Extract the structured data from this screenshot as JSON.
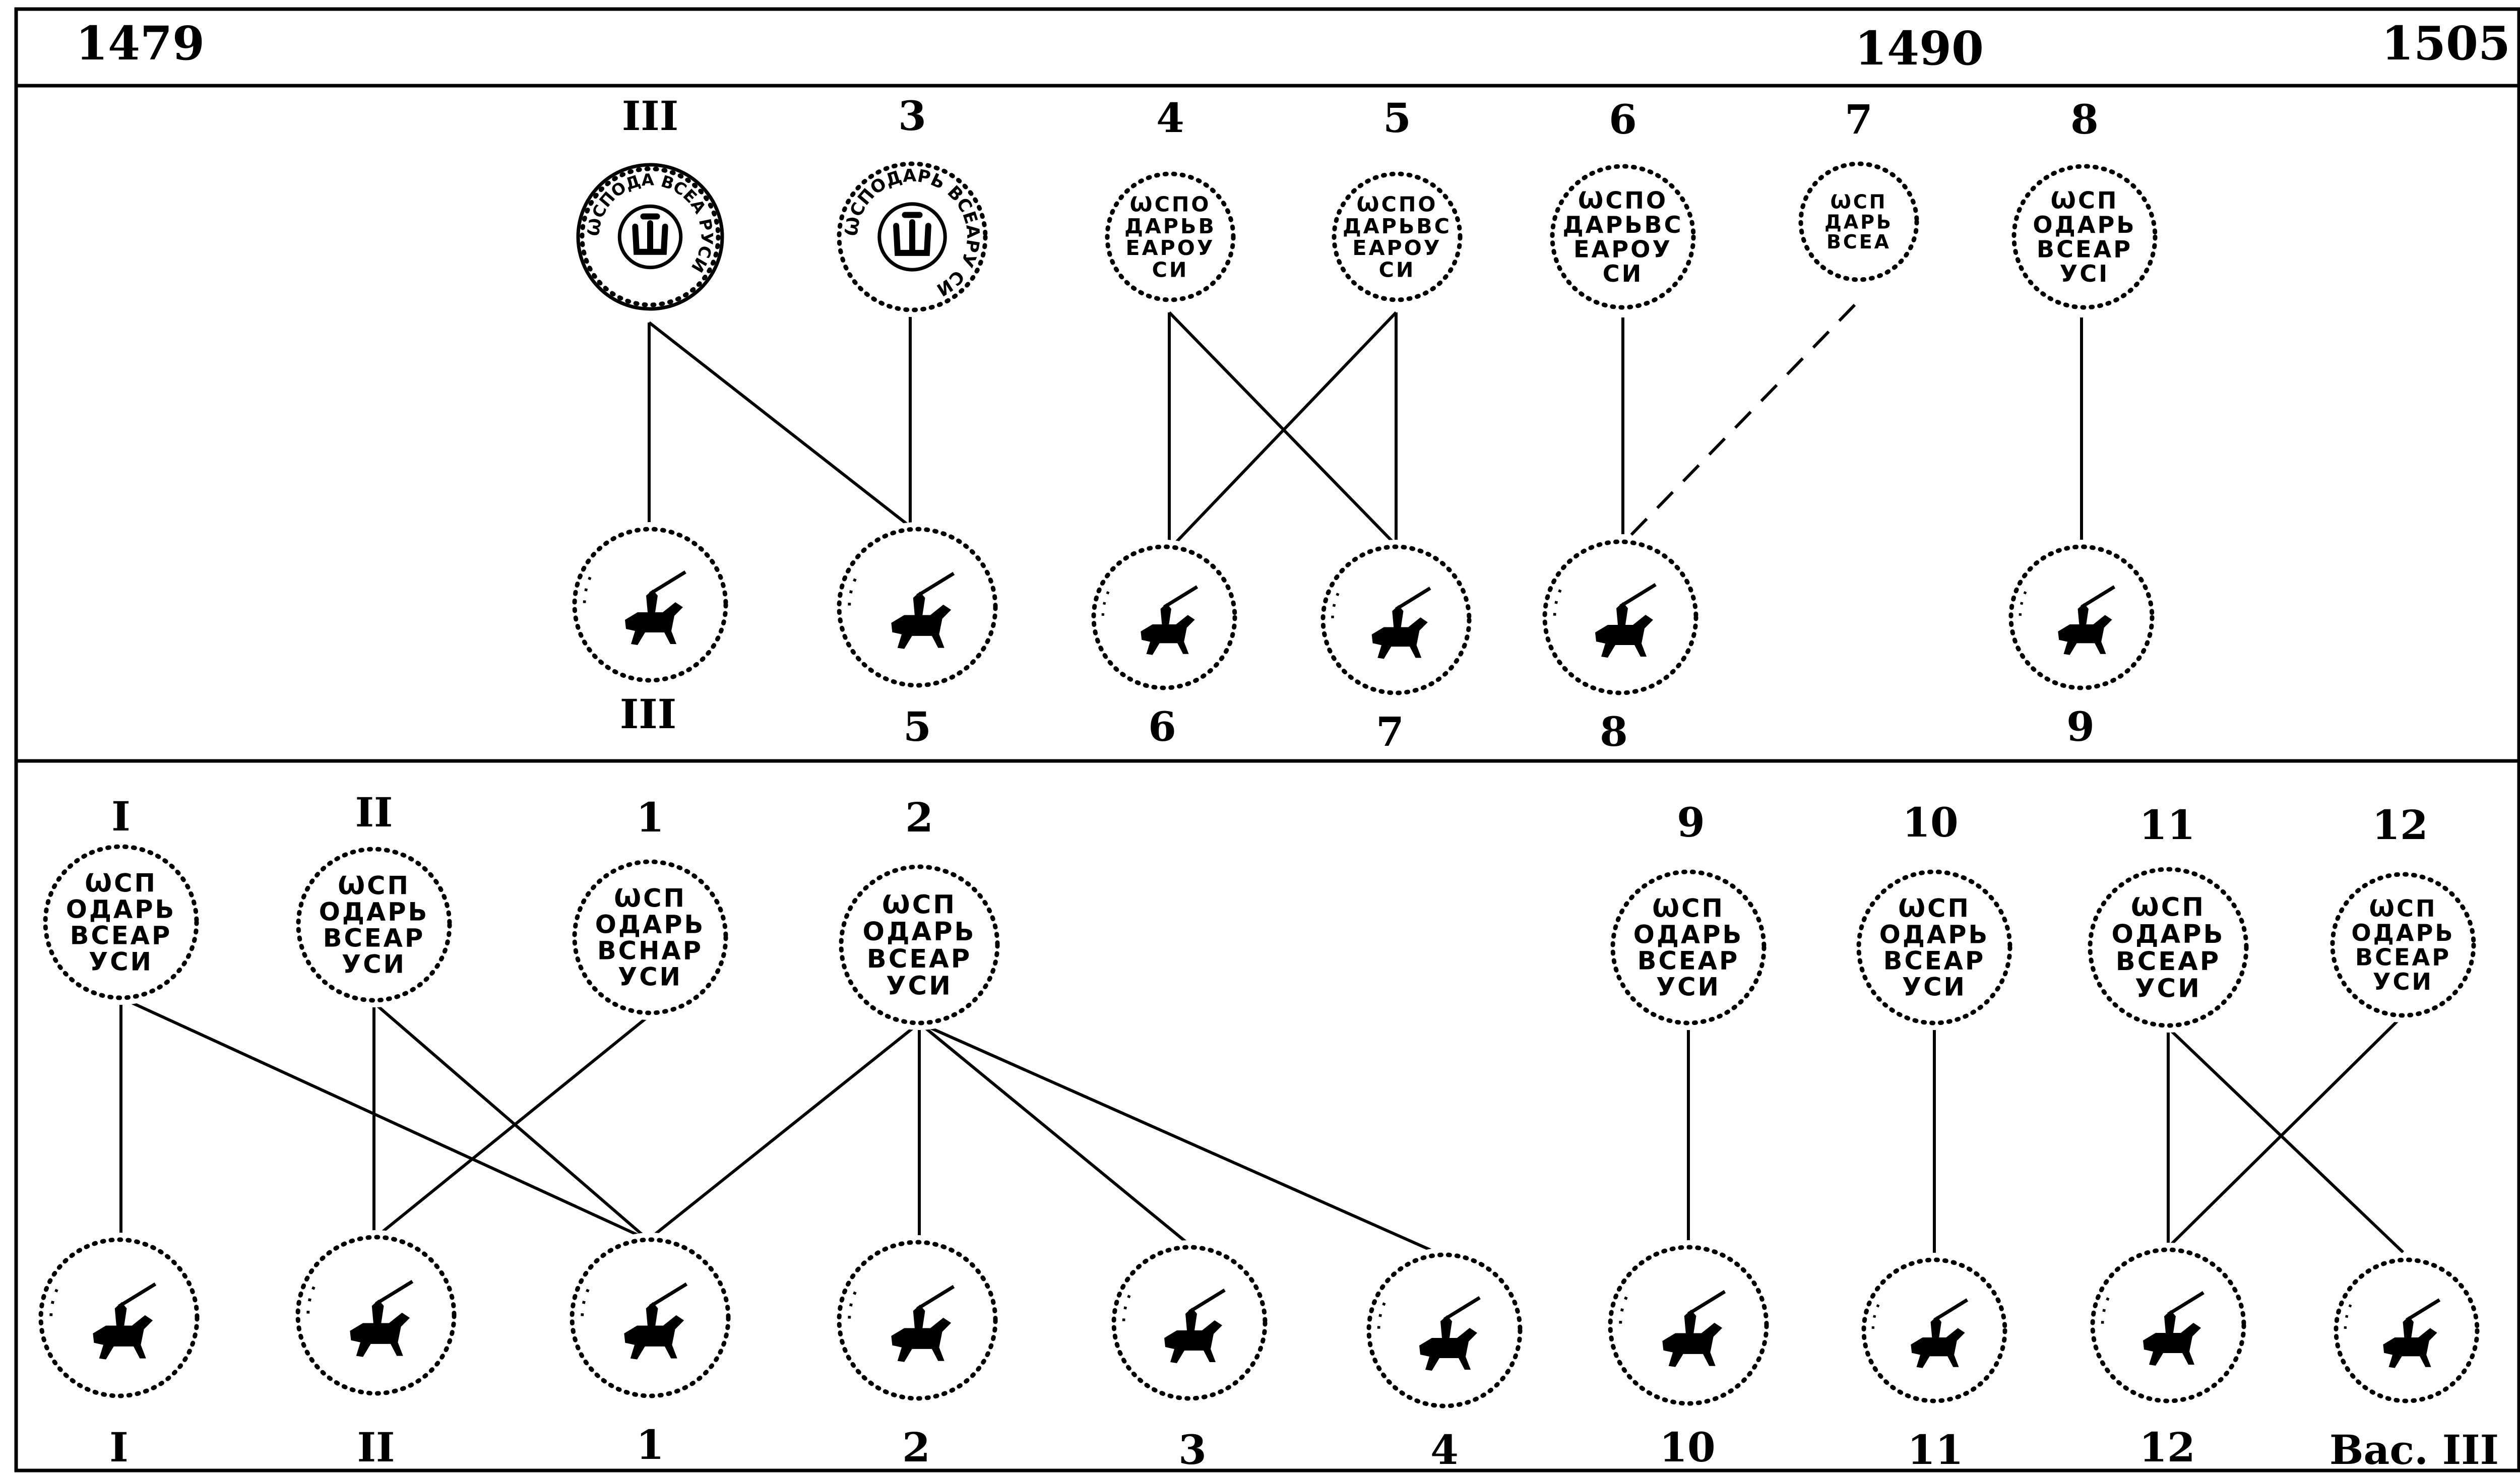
{
  "header": {
    "years": [
      {
        "id": "y1479",
        "label": "1479"
      },
      {
        "id": "y1490",
        "label": "1490"
      },
      {
        "id": "y1505",
        "label": "1505"
      }
    ]
  },
  "upper_section": {
    "obverse_labels": [
      "III",
      "3",
      "4",
      "5",
      "6",
      "7",
      "8"
    ],
    "reverse_labels": [
      "III",
      "5",
      "6",
      "7",
      "8",
      "9"
    ]
  },
  "lower_section": {
    "obverse_labels": [
      "I",
      "II",
      "1",
      "2",
      "9",
      "10",
      "11",
      "12"
    ],
    "reverse_labels": [
      "I",
      "II",
      "1",
      "2",
      "3",
      "4",
      "10",
      "11",
      "12",
      "Вас. III"
    ]
  },
  "coin_legends": {
    "upper_obverse": [
      [
        "ѠСПОДА",
        "ВСЕА",
        "РУСИ"
      ],
      [
        "ѠСПОДАРЬ",
        "ВСЕАРУ",
        "СИ"
      ],
      [
        "ѠСПО",
        "ДАРЬВ",
        "ЕАРОУ",
        "СИ"
      ],
      [
        "ѠСПО",
        "ДАРЬВС",
        "ЕАРОУ",
        "СИ"
      ],
      [
        "ѠСПО",
        "ДАРЬВС",
        "ЕАРОУ",
        "СИ"
      ],
      [
        "ѠСП",
        "ДАРЬ",
        "ВСЕА"
      ],
      [
        "ѠСП",
        "ОДАРЬ",
        "ВСЕАР",
        "УСI"
      ]
    ],
    "lower_obverse": [
      [
        "ѠСП",
        "ОДАРЬ",
        "ВСЕАР",
        "УСИ"
      ],
      [
        "ѠСП",
        "ОДАРЬ",
        "ВСЕАР",
        "УСИ"
      ],
      [
        "ѠСП",
        "ОДАРЬ",
        "ВСНАР",
        "УСИ"
      ],
      [
        "ѠСП",
        "ОДАРЬ",
        "ВСЕАР",
        "УСИ"
      ],
      [
        "ѠСП",
        "ОДАРЬ",
        "ВСЕАР",
        "УСИ"
      ],
      [
        "ѠСП",
        "ОДАРЬ",
        "ВСЕАР",
        "УСИ"
      ],
      [
        "ѠСП",
        "ОДАРЬ",
        "ВСЕАР",
        "УСИ"
      ],
      [
        "ѠСП",
        "ОДАРЬ",
        "ВСЕАР",
        "УСИ"
      ]
    ]
  }
}
